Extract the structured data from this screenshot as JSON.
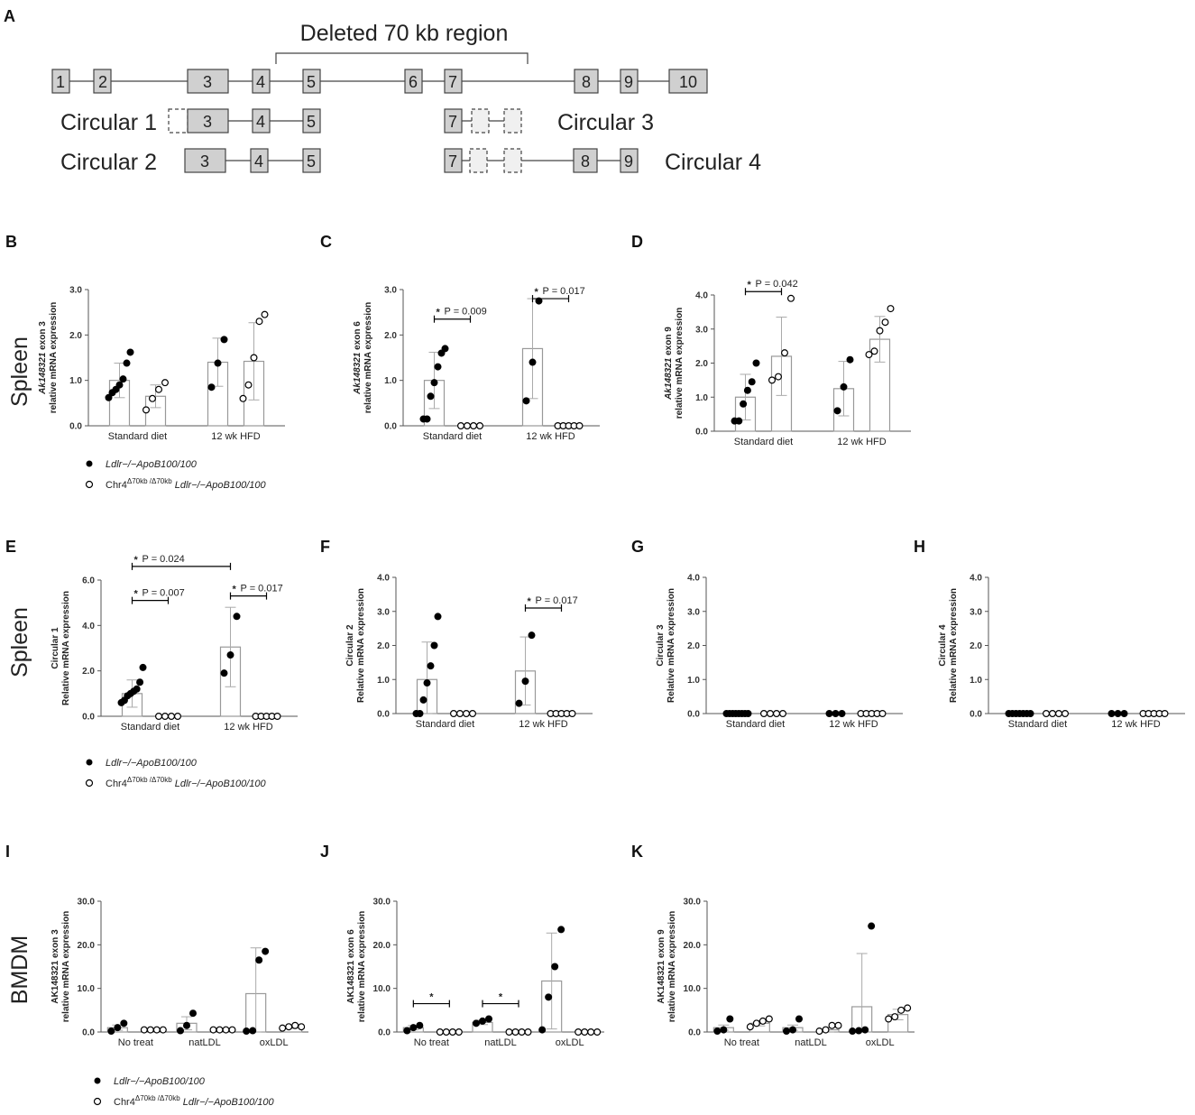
{
  "panel_letters": [
    "A",
    "B",
    "C",
    "D",
    "E",
    "F",
    "G",
    "H",
    "I",
    "J",
    "K"
  ],
  "tissue_labels": {
    "spleen": "Spleen",
    "bmdm": "BMDM"
  },
  "gene_diagram": {
    "deleted_label": "Deleted 70 kb region",
    "exons": [
      "1",
      "2",
      "3",
      "4",
      "5",
      "6",
      "7",
      "8",
      "9",
      "10"
    ],
    "circular_labels": [
      "Circular 1",
      "Circular 2",
      "Circular 3",
      "Circular 4"
    ],
    "circular_exons": {
      "c1": [
        "3",
        "4",
        "5"
      ],
      "c2": [
        "3",
        "4",
        "5"
      ],
      "c3": [
        "7"
      ],
      "c4": [
        "7",
        "8",
        "9"
      ]
    }
  },
  "legend": {
    "wt": "Ldlr−/−ApoB100/100",
    "ko_prefix": "Chr4",
    "ko_sup": "Δ70kb /Δ70kb",
    "ko_rest": " Ldlr−/−ApoB100/100"
  },
  "colors": {
    "filled": "#000000",
    "bar": "#999999",
    "axis": "#555555",
    "err": "#aaaaaa",
    "open_fill": "#ffffff"
  },
  "chart_data": [
    {
      "panel": "B",
      "type": "bar",
      "ylabel_italic": "Ak148321",
      "ylabel": " exon 3",
      "ylabel2": "relative mRNA expression",
      "ylim": [
        0,
        3
      ],
      "yticks": [
        "0.0",
        "1.0",
        "2.0",
        "3.0"
      ],
      "categories": [
        "Standard diet",
        "12 wk HFD"
      ],
      "series": [
        {
          "group": "wt",
          "values": [
            1.0,
            1.4
          ],
          "err": [
            0.38,
            0.53
          ],
          "points": [
            [
              0.62,
              0.73,
              0.8,
              0.9,
              1.03,
              1.38,
              1.62
            ],
            [
              0.85,
              1.38,
              1.9
            ]
          ]
        },
        {
          "group": "ko",
          "values": [
            0.65,
            1.42
          ],
          "err": [
            0.25,
            0.85
          ],
          "points": [
            [
              0.35,
              0.6,
              0.8,
              0.95
            ],
            [
              0.6,
              0.9,
              1.5,
              2.3,
              2.45
            ]
          ]
        }
      ],
      "annotations": []
    },
    {
      "panel": "C",
      "type": "bar",
      "ylabel_italic": "Ak148321",
      "ylabel": " exon 6",
      "ylabel2": "relative mRNA expression",
      "ylim": [
        0,
        3
      ],
      "yticks": [
        "0.0",
        "1.0",
        "2.0",
        "3.0"
      ],
      "categories": [
        "Standard diet",
        "12 wk HFD"
      ],
      "series": [
        {
          "group": "wt",
          "values": [
            1.0,
            1.7
          ],
          "err": [
            0.62,
            1.1
          ],
          "points": [
            [
              0.15,
              0.15,
              0.65,
              0.95,
              1.3,
              1.6,
              1.7
            ],
            [
              0.55,
              1.4,
              2.75
            ]
          ]
        },
        {
          "group": "ko",
          "values": [
            0,
            0
          ],
          "err": [
            0,
            0
          ],
          "points": [
            [
              0,
              0,
              0,
              0
            ],
            [
              0,
              0,
              0,
              0,
              0
            ]
          ]
        }
      ],
      "annotations": [
        {
          "g": 0,
          "label": "P = 0.009",
          "y": 2.35
        },
        {
          "g": 1,
          "label": "P = 0.017",
          "y": 2.8
        }
      ]
    },
    {
      "panel": "D",
      "type": "bar",
      "ylabel_italic": "Ak148321",
      "ylabel": " exon 9",
      "ylabel2": "relative mRNA expression",
      "ylim": [
        0,
        4
      ],
      "yticks": [
        "0.0",
        "1.0",
        "2.0",
        "3.0",
        "4.0"
      ],
      "categories": [
        "Standard diet",
        "12 wk HFD"
      ],
      "series": [
        {
          "group": "wt",
          "values": [
            1.0,
            1.25
          ],
          "err": [
            0.67,
            0.8
          ],
          "points": [
            [
              0.3,
              0.3,
              0.8,
              1.2,
              1.45,
              2.0
            ],
            [
              0.6,
              1.3,
              2.1
            ]
          ]
        },
        {
          "group": "ko",
          "values": [
            2.2,
            2.7
          ],
          "err": [
            1.15,
            0.67
          ],
          "points": [
            [
              1.5,
              1.6,
              2.3,
              3.9
            ],
            [
              2.25,
              2.35,
              2.95,
              3.2,
              3.6
            ]
          ]
        }
      ],
      "annotations": [
        {
          "g": 0,
          "label": "P = 0.042",
          "y": 4.1
        }
      ]
    },
    {
      "panel": "E",
      "type": "bar",
      "ylabel": "Circular 1",
      "ylabel2": "Relative mRNA expression",
      "ylim": [
        0,
        6
      ],
      "yticks": [
        "0.0",
        "2.0",
        "4.0",
        "6.0"
      ],
      "categories": [
        "Standard diet",
        "12 wk HFD"
      ],
      "series": [
        {
          "group": "wt",
          "values": [
            1.0,
            3.05
          ],
          "err": [
            0.6,
            1.75
          ],
          "points": [
            [
              0.6,
              0.7,
              0.9,
              1.0,
              1.1,
              1.2,
              1.5,
              2.15
            ],
            [
              1.9,
              2.7,
              4.4
            ]
          ]
        },
        {
          "group": "ko",
          "values": [
            0,
            0
          ],
          "err": [
            0,
            0
          ],
          "points": [
            [
              0,
              0,
              0,
              0
            ],
            [
              0,
              0,
              0,
              0,
              0
            ]
          ]
        }
      ],
      "annotations": [
        {
          "g": 0,
          "label": "P = 0.007",
          "y": 5.1
        },
        {
          "g": 1,
          "label": "P = 0.017",
          "y": 5.3
        },
        {
          "span": true,
          "label": "P = 0.024",
          "y": 6.6
        }
      ]
    },
    {
      "panel": "F",
      "type": "bar",
      "ylabel": "Circular 2",
      "ylabel2": "Relative mRNA expression",
      "ylim": [
        0,
        4
      ],
      "yticks": [
        "0.0",
        "1.0",
        "2.0",
        "3.0",
        "4.0"
      ],
      "categories": [
        "Standard diet",
        "12 wk HFD"
      ],
      "series": [
        {
          "group": "wt",
          "values": [
            1.0,
            1.25
          ],
          "err": [
            1.1,
            1.0
          ],
          "points": [
            [
              0,
              0,
              0.4,
              0.9,
              1.4,
              2.0,
              2.85
            ],
            [
              0.3,
              0.95,
              2.3
            ]
          ]
        },
        {
          "group": "ko",
          "values": [
            0,
            0
          ],
          "err": [
            0,
            0
          ],
          "points": [
            [
              0,
              0,
              0,
              0
            ],
            [
              0,
              0,
              0,
              0,
              0
            ]
          ]
        }
      ],
      "annotations": [
        {
          "g": 1,
          "label": "P = 0.017",
          "y": 3.1
        }
      ]
    },
    {
      "panel": "G",
      "type": "bar",
      "ylabel": "Circular 3",
      "ylabel2": "Relative mRNA expression",
      "ylim": [
        0,
        4
      ],
      "yticks": [
        "0.0",
        "1.0",
        "2.0",
        "3.0",
        "4.0"
      ],
      "categories": [
        "Standard diet",
        "12 wk HFD"
      ],
      "series": [
        {
          "group": "wt",
          "values": [
            0,
            0
          ],
          "err": [
            0,
            0
          ],
          "points": [
            [
              0,
              0,
              0,
              0,
              0,
              0,
              0,
              0
            ],
            [
              0,
              0,
              0
            ]
          ]
        },
        {
          "group": "ko",
          "values": [
            0,
            0
          ],
          "err": [
            0,
            0
          ],
          "points": [
            [
              0,
              0,
              0,
              0
            ],
            [
              0,
              0,
              0,
              0,
              0
            ]
          ]
        }
      ],
      "annotations": []
    },
    {
      "panel": "H",
      "type": "bar",
      "ylabel": "Circular 4",
      "ylabel2": "Relative mRNA expression",
      "ylim": [
        0,
        4
      ],
      "yticks": [
        "0.0",
        "1.0",
        "2.0",
        "3.0",
        "4.0"
      ],
      "categories": [
        "Standard diet",
        "12 wk HFD"
      ],
      "series": [
        {
          "group": "wt",
          "values": [
            0,
            0
          ],
          "err": [
            0,
            0
          ],
          "points": [
            [
              0,
              0,
              0,
              0,
              0,
              0,
              0
            ],
            [
              0,
              0,
              0
            ]
          ]
        },
        {
          "group": "ko",
          "values": [
            0,
            0
          ],
          "err": [
            0,
            0
          ],
          "points": [
            [
              0,
              0,
              0,
              0
            ],
            [
              0,
              0,
              0,
              0,
              0
            ]
          ]
        }
      ],
      "annotations": []
    },
    {
      "panel": "I",
      "type": "bar",
      "ylabel": "AK148321 exon 3",
      "ylabel2": "relative mRNA expression",
      "ylim": [
        0,
        30
      ],
      "yticks": [
        "0.0",
        "10.0",
        "20.0",
        "30.0"
      ],
      "categories": [
        "No treat",
        "natLDL",
        "oxLDL"
      ],
      "series": [
        {
          "group": "wt",
          "values": [
            1.0,
            2.0,
            8.8
          ],
          "err": [
            0.6,
            1.5,
            10.5
          ],
          "points": [
            [
              0.2,
              1.0,
              2.0
            ],
            [
              0.3,
              1.5,
              4.3
            ],
            [
              0.2,
              0.3,
              16.5,
              18.5
            ]
          ]
        },
        {
          "group": "ko",
          "values": [
            0.5,
            0.5,
            1.2
          ],
          "err": [
            0.1,
            0.1,
            0.4
          ],
          "points": [
            [
              0.5,
              0.5,
              0.5,
              0.5
            ],
            [
              0.5,
              0.5,
              0.5,
              0.5
            ],
            [
              0.9,
              1.2,
              1.5,
              1.2
            ]
          ]
        }
      ],
      "annotations": []
    },
    {
      "panel": "J",
      "type": "bar",
      "ylabel": "AK148321 exon 6",
      "ylabel2": "relative mRNA expression",
      "ylim": [
        0,
        30
      ],
      "yticks": [
        "0.0",
        "10.0",
        "20.0",
        "30.0"
      ],
      "categories": [
        "No treat",
        "natLDL",
        "oxLDL"
      ],
      "series": [
        {
          "group": "wt",
          "values": [
            1.0,
            2.2,
            11.7
          ],
          "err": [
            0.5,
            0.5,
            11.0
          ],
          "points": [
            [
              0.3,
              1.0,
              1.5
            ],
            [
              2.0,
              2.5,
              3.0
            ],
            [
              0.5,
              8.0,
              15.0,
              23.5
            ]
          ]
        },
        {
          "group": "ko",
          "values": [
            0,
            0,
            0
          ],
          "err": [
            0,
            0,
            0
          ],
          "points": [
            [
              0,
              0,
              0,
              0
            ],
            [
              0,
              0,
              0,
              0
            ],
            [
              0,
              0,
              0,
              0
            ]
          ]
        }
      ],
      "annotations": [
        {
          "g": 0,
          "label": "",
          "y": 6.5
        },
        {
          "g": 1,
          "label": "",
          "y": 6.5
        }
      ]
    },
    {
      "panel": "K",
      "type": "bar",
      "ylabel": "AK148321 exon 9",
      "ylabel2": "relative mRNA expression",
      "ylim": [
        0,
        30
      ],
      "yticks": [
        "0.0",
        "10.0",
        "20.0",
        "30.0"
      ],
      "categories": [
        "No treat",
        "natLDL",
        "oxLDL"
      ],
      "series": [
        {
          "group": "wt",
          "values": [
            1.0,
            1.0,
            5.8
          ],
          "err": [
            0.6,
            0.6,
            12.2
          ],
          "points": [
            [
              0.2,
              0.5,
              3.0
            ],
            [
              0.2,
              0.5,
              3.0
            ],
            [
              0.2,
              0.3,
              0.5,
              24.3
            ]
          ]
        },
        {
          "group": "ko",
          "values": [
            2.0,
            0.5,
            4.0
          ],
          "err": [
            0.6,
            0.6,
            1.2
          ],
          "points": [
            [
              1.2,
              2.0,
              2.5,
              3.0
            ],
            [
              0.2,
              0.5,
              1.5,
              1.5
            ],
            [
              3.0,
              3.5,
              5.0,
              5.5
            ]
          ]
        }
      ],
      "annotations": []
    }
  ]
}
